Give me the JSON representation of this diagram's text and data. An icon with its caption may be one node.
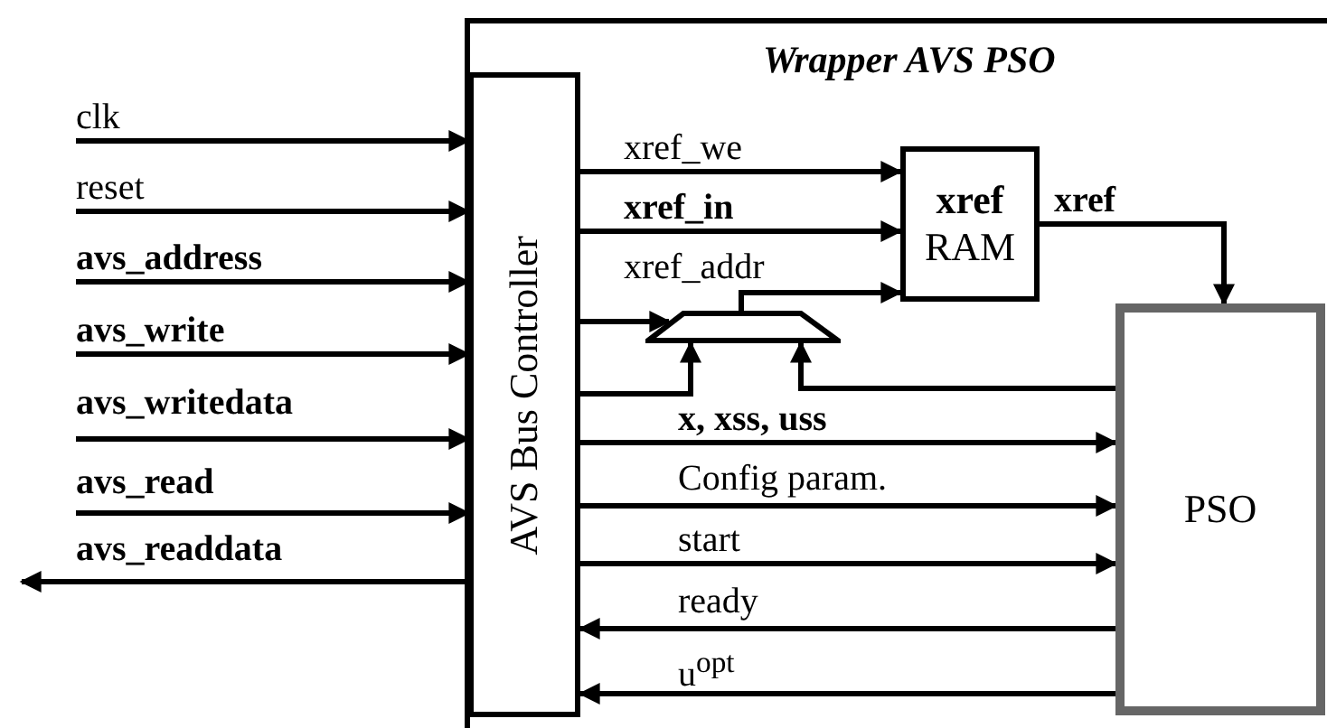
{
  "diagram": {
    "nodes": [
      {
        "text": [
          "Wrapper AVS PSO"
        ]
      },
      {
        "text": [
          "AVS Bus Controller"
        ],
        "in": 0
      },
      {
        "text": [
          "**xref** RAM"
        ],
        "in": 0
      },
      {
        "text": [
          "PSO"
        ],
        "in": 0
      },
      {
        "text": [],
        "shape": "trapezoid",
        "in": 0
      }
    ],
    "edges": [
      {
        "from": null,
        "to": 1,
        "arrow": "to",
        "label": "clk"
      },
      {
        "from": null,
        "to": 1,
        "arrow": "to",
        "label": "reset"
      },
      {
        "from": null,
        "to": 1,
        "arrow": "to",
        "label": "avs_address"
      },
      {
        "from": null,
        "to": 1,
        "arrow": "to",
        "label": "avs_write"
      },
      {
        "from": null,
        "to": 1,
        "arrow": "to",
        "label": "avs_writedata"
      },
      {
        "from": null,
        "to": 1,
        "arrow": "to",
        "label": "avs_read"
      },
      {
        "from": 1,
        "to": null,
        "arrow": "to",
        "label": "avs_readdata"
      },
      {
        "from": 1,
        "to": 2,
        "arrow": "to",
        "label": "xref_we"
      },
      {
        "from": 1,
        "to": 2,
        "arrow": "to",
        "label": "xref_in"
      },
      {
        "from": 4,
        "to": 2,
        "arrow": "to",
        "label": "xref_addr"
      },
      {
        "from": 1,
        "to": 4,
        "arrow": "to"
      },
      {
        "from": 1,
        "to": 4,
        "arrow": "to"
      },
      {
        "from": 3,
        "to": 4,
        "arrow": "to"
      },
      {
        "from": 1,
        "to": 3,
        "arrow": "to",
        "label": "x, xss, uss"
      },
      {
        "from": 1,
        "to": 3,
        "arrow": "to",
        "label": "Config param."
      },
      {
        "from": 1,
        "to": 3,
        "arrow": "to",
        "label": "start"
      },
      {
        "from": 3,
        "to": 1,
        "arrow": "to",
        "label": "ready"
      },
      {
        "from": 3,
        "to": 1,
        "arrow": "to",
        "label": "u$^{opt}$"
      },
      {
        "from": 2,
        "to": 3,
        "arrow": "to",
        "label": "xref"
      }
    ]
  }
}
